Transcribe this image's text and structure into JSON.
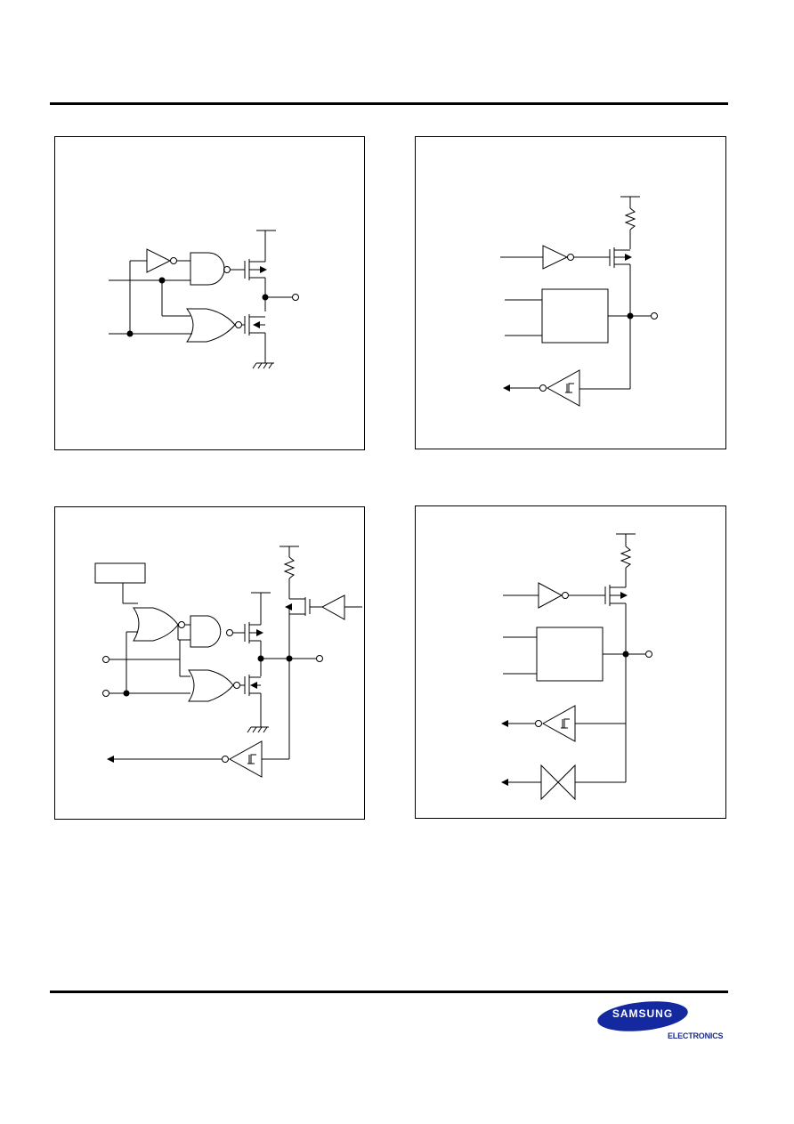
{
  "logo": {
    "brand": "SAMSUNG",
    "sub": "ELECTRONICS",
    "brand_color": "#1428a0",
    "sub_color": "#1b2a8f"
  },
  "diagrams": [
    {
      "id": "push-pull-output",
      "labels": []
    },
    {
      "id": "open-drain-pullup-io",
      "labels": []
    },
    {
      "id": "push-pull-io-pullup",
      "labels": []
    },
    {
      "id": "open-drain-pullup-analog-io",
      "labels": []
    }
  ]
}
